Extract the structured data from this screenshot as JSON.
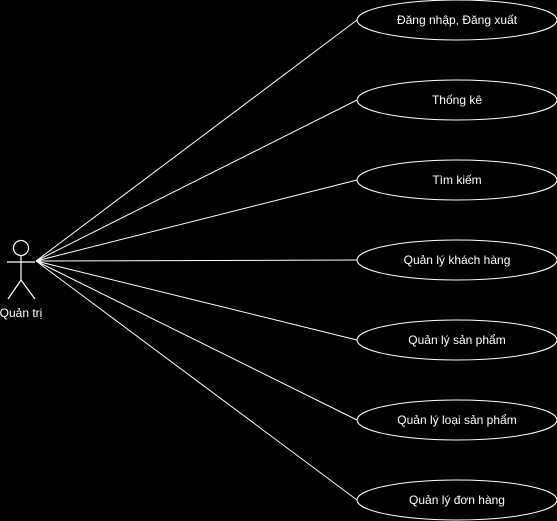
{
  "colors": {
    "background": "#000000",
    "stroke": "#ffffff",
    "text": "#ffffff"
  },
  "actor": {
    "label": "Quản trị"
  },
  "use_cases": [
    {
      "label": "Đăng nhập, Đăng xuất"
    },
    {
      "label": "Thống kê"
    },
    {
      "label": "Tìm kiếm"
    },
    {
      "label": "Quản lý khách hàng"
    },
    {
      "label": "Quản lý sản phẩm"
    },
    {
      "label": "Quản lý loại sản phẩm"
    },
    {
      "label": "Quản lý đơn hàng"
    }
  ]
}
